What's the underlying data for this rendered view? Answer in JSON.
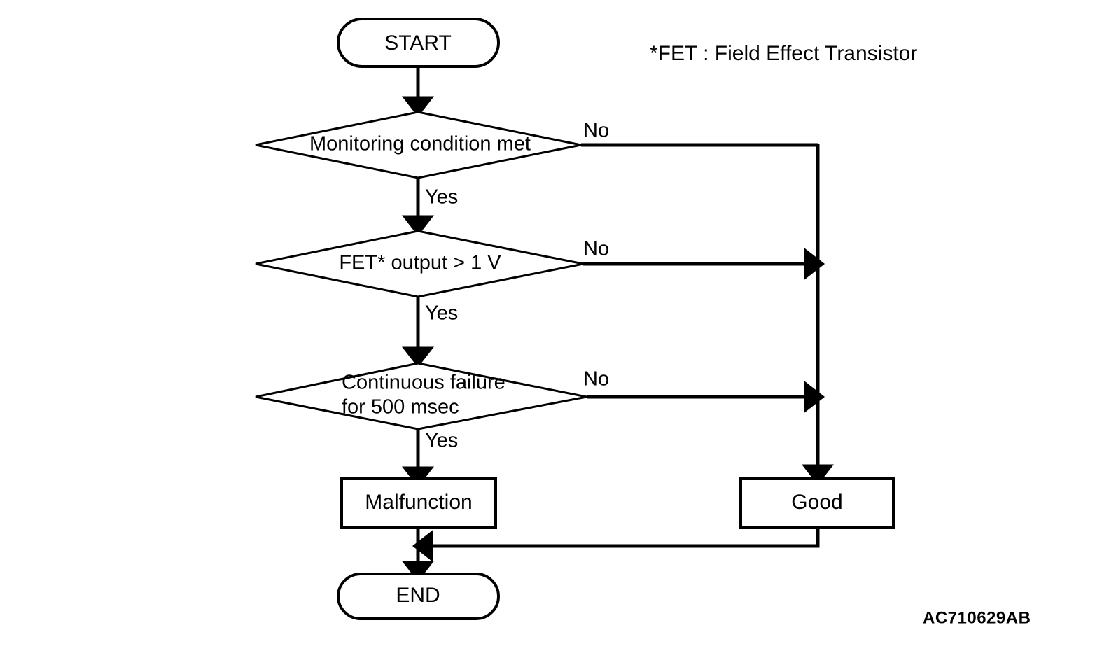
{
  "diagram": {
    "type": "flowchart",
    "title": "",
    "legend": {
      "note": "*FET : Field Effect Transistor"
    },
    "figure_code": "AC710629AB",
    "nodes": {
      "start": {
        "label": "START",
        "shape": "stadium"
      },
      "decision1": {
        "label": "Monitoring condition met",
        "shape": "diamond"
      },
      "decision2": {
        "label": "FET* output > 1 V",
        "shape": "diamond"
      },
      "decision3": {
        "label_line1": "Continuous failure",
        "label_line2": "for 500 msec",
        "shape": "diamond"
      },
      "malfunction": {
        "label": "Malfunction",
        "shape": "rect"
      },
      "good": {
        "label": "Good",
        "shape": "rect"
      },
      "end": {
        "label": "END",
        "shape": "stadium"
      }
    },
    "edges": {
      "yes1": "Yes",
      "no1": "No",
      "yes2": "Yes",
      "no2": "No",
      "yes3": "Yes",
      "no3": "No"
    },
    "colors": {
      "stroke": "#000000",
      "fill": "#ffffff",
      "background": "#ffffff"
    }
  }
}
